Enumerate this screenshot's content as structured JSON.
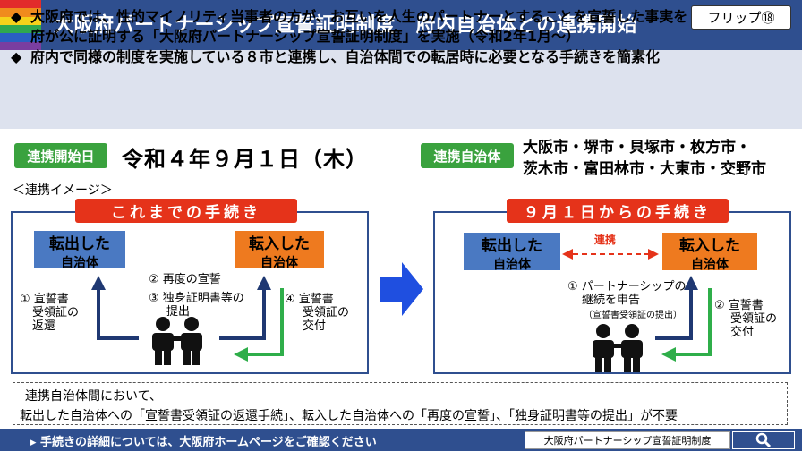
{
  "header": {
    "title": "大阪府パートナーシップ宣誓証明制度　府内自治体との連携開始",
    "flip_label": "フリップ⑱",
    "rainbow": [
      "#e22b2b",
      "#f08b1d",
      "#f5d21b",
      "#2fa84f",
      "#2a5fc2",
      "#7a3ea0"
    ]
  },
  "bullets": {
    "item1_line1": "大阪府では、性的マイノリティ当事者の方が、お互いを人生のパートナーとすることを宣誓した事実を",
    "item1_line2": "府が公に証明する「大阪府パートナーシップ宣誓証明制度」を実施（令和2年1月～）",
    "item2": "府内で同様の制度を実施している８市と連携し、自治体間での転居時に必要となる手続きを簡素化"
  },
  "start": {
    "tag": "連携開始日",
    "date": "令和４年９月１日（木）"
  },
  "partners": {
    "tag": "連携自治体",
    "line1": "大阪市・堺市・貝塚市・枚方市・",
    "line2": "茨木市・富田林市・大東市・交野市"
  },
  "image_label": "＜連携イメージ＞",
  "before": {
    "title": "これまでの手続き",
    "from_box": "転出した",
    "from_box_sub": "自治体",
    "to_box": "転入した",
    "to_box_sub": "自治体",
    "step1": [
      "① 宣誓書",
      "受領証の",
      "返還"
    ],
    "step2": [
      "② 再度の宣誓",
      "③ 独身証明書等の",
      "提出"
    ],
    "step4": [
      "④ 宣誓書",
      "受領証の",
      "交付"
    ]
  },
  "after": {
    "title": "９月１日からの手続き",
    "from_box": "転出した",
    "from_box_sub": "自治体",
    "to_box": "転入した",
    "to_box_sub": "自治体",
    "link_label": "連携",
    "step1": [
      "① パートナーシップの",
      "継続を申告"
    ],
    "step1_note": "（宣誓書受領証の提出）",
    "step2": [
      "② 宣誓書",
      "受領証の",
      "交付"
    ]
  },
  "bottom_note": {
    "line1": "連携自治体間において、",
    "line2": "転出した自治体への「宣誓書受領証の返還手続」、転入した自治体への「再度の宣誓」、「独身証明書等の提出」が不要"
  },
  "footer": {
    "text": "▸ 手続きの詳細については、大阪府ホームページをご確認ください",
    "search_text": "大阪府パートナーシップ宣誓証明制度",
    "search_icon": "search-icon"
  }
}
